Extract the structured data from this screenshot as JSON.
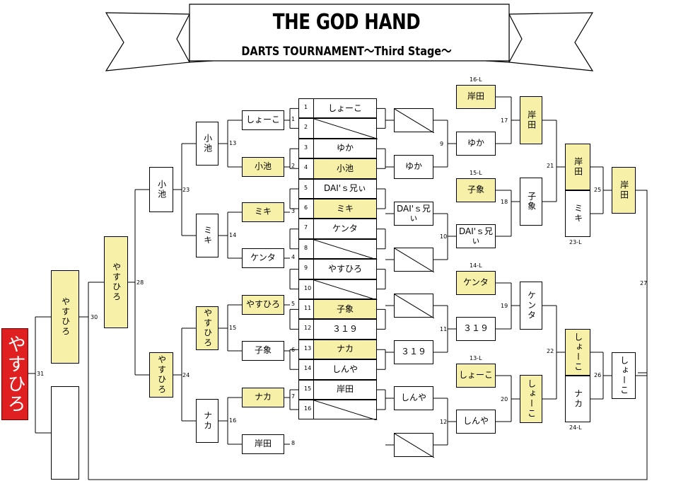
{
  "header": {
    "title": "THE GOD HAND",
    "subtitle": "DARTS TOURNAMENT～Third Stage～"
  },
  "colors": {
    "winner_fill": "#f6f0a8",
    "champion_fill": "#e02020",
    "line": "#000000"
  },
  "champion": "やすひろ",
  "slots": [
    {
      "n": "1",
      "name": "しょーこ",
      "win": false,
      "bye": false
    },
    {
      "n": "2",
      "name": "",
      "win": false,
      "bye": true
    },
    {
      "n": "3",
      "name": "ゆか",
      "win": false,
      "bye": false
    },
    {
      "n": "4",
      "name": "小池",
      "win": true,
      "bye": false
    },
    {
      "n": "5",
      "name": "DAI'ｓ兄ぃ",
      "win": false,
      "bye": false
    },
    {
      "n": "6",
      "name": "ミキ",
      "win": true,
      "bye": false
    },
    {
      "n": "7",
      "name": "ケンタ",
      "win": false,
      "bye": false
    },
    {
      "n": "8",
      "name": "",
      "win": false,
      "bye": true
    },
    {
      "n": "9",
      "name": "やすひろ",
      "win": false,
      "bye": false
    },
    {
      "n": "10",
      "name": "",
      "win": false,
      "bye": true
    },
    {
      "n": "11",
      "name": "子象",
      "win": true,
      "bye": false
    },
    {
      "n": "12",
      "name": "３１９",
      "win": false,
      "bye": false
    },
    {
      "n": "13",
      "name": "ナカ",
      "win": true,
      "bye": false
    },
    {
      "n": "14",
      "name": "しんや",
      "win": false,
      "bye": false
    },
    {
      "n": "15",
      "name": "岸田",
      "win": false,
      "bye": false
    },
    {
      "n": "16",
      "name": "",
      "win": false,
      "bye": true
    }
  ],
  "left_r1": [
    {
      "name": "しょーこ",
      "win": false,
      "match": "1"
    },
    {
      "name": "小池",
      "win": true,
      "match": "2"
    },
    {
      "name": "ミキ",
      "win": true,
      "match": "3"
    },
    {
      "name": "ケンタ",
      "win": false,
      "match": "4"
    },
    {
      "name": "やすひろ",
      "win": true,
      "match": "5"
    },
    {
      "name": "子象",
      "win": false,
      "match": "6"
    },
    {
      "name": "ナカ",
      "win": true,
      "match": "7"
    },
    {
      "name": "岸田",
      "win": false,
      "match": "8"
    }
  ],
  "left_r2": [
    {
      "name": "小池",
      "win": false,
      "match": "13"
    },
    {
      "name": "ミキ",
      "win": false,
      "match": "14"
    },
    {
      "name": "やすひろ",
      "win": true,
      "match": "15"
    },
    {
      "name": "ナカ",
      "win": false,
      "match": "16"
    }
  ],
  "left_r3": [
    {
      "name": "小池",
      "win": false,
      "match": "23"
    },
    {
      "name": "やすひろ",
      "win": true,
      "match": "24"
    }
  ],
  "left_r4": {
    "name": "やすひろ",
    "win": true,
    "match": "28"
  },
  "left_r5": [
    {
      "name": "やすひろ",
      "win": true,
      "match": "30"
    },
    {
      "name": "",
      "win": false
    }
  ],
  "final_match": "31",
  "right_r1": [
    {
      "name": "",
      "bye": true
    },
    {
      "name": "ゆか",
      "bye": false
    },
    {
      "name": "DAI'ｓ兄ぃ",
      "bye": false
    },
    {
      "name": "",
      "bye": true
    },
    {
      "name": "",
      "bye": true
    },
    {
      "name": "３１９",
      "bye": false
    },
    {
      "name": "しんや",
      "bye": false
    },
    {
      "name": "",
      "bye": true
    }
  ],
  "right_r2": [
    {
      "name": "ゆか",
      "match": "9"
    },
    {
      "name": "DAI'ｓ兄ぃ",
      "match": "10"
    },
    {
      "name": "３１９",
      "match": "11"
    },
    {
      "name": "しんや",
      "match": "12"
    }
  ],
  "right_loser_in": [
    {
      "name": "岸田",
      "label": "16-L"
    },
    {
      "name": "子象",
      "label": "15-L"
    },
    {
      "name": "ケンタ",
      "label": "14-L"
    },
    {
      "name": "しょーこ",
      "label": "13-L"
    }
  ],
  "right_r3": [
    {
      "name": "岸田",
      "win": true,
      "match": "17"
    },
    {
      "name": "子象",
      "win": false,
      "match": "18"
    },
    {
      "name": "ケンタ",
      "win": false,
      "match": "19"
    },
    {
      "name": "しょーこ",
      "win": true,
      "match": "20"
    }
  ],
  "right_r4": [
    {
      "top": "岸田",
      "bottom": "ミキ",
      "match": "21",
      "label": "23-L"
    },
    {
      "top": "しょーこ",
      "bottom": "ナカ",
      "match": "22",
      "label": "24-L"
    }
  ],
  "right_r5": [
    {
      "name": "岸田",
      "win": true,
      "match": "25"
    },
    {
      "name": "しょーこ",
      "win": false,
      "match": "26"
    }
  ],
  "right_match_27": "27"
}
